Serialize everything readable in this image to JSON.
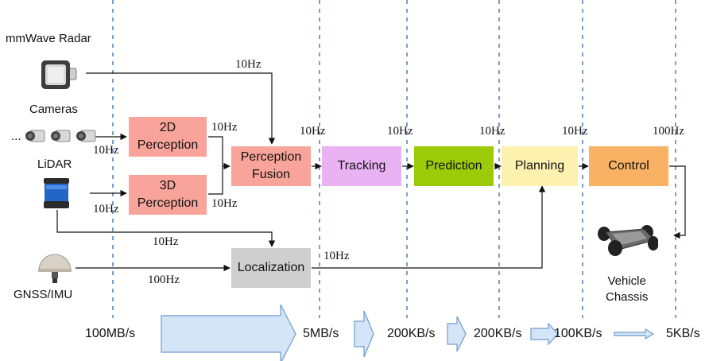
{
  "sensors": {
    "radar": "mmWave Radar",
    "cameras": "Cameras",
    "ellipsis": "...",
    "lidar": "LiDAR",
    "gnss": "GNSS/IMU"
  },
  "modules": {
    "perception_2d": [
      "2D",
      "Perception"
    ],
    "perception_3d": [
      "3D",
      "Perception"
    ],
    "fusion": [
      "Perception",
      "Fusion"
    ],
    "tracking": "Tracking",
    "prediction": "Prediction",
    "planning": "Planning",
    "control": "Control",
    "localization": "Localization"
  },
  "vehicle": [
    "Vehicle",
    "Chassis"
  ],
  "frequencies": {
    "radar_to_fusion": "10Hz",
    "cameras_to_2d": "10Hz",
    "lidar_to_3d": "10Hz",
    "out_2d": "10Hz",
    "out_3d": "10Hz",
    "fusion_to_tracking": "10Hz",
    "tracking_to_prediction": "10Hz",
    "prediction_to_planning": "10Hz",
    "planning_to_control": "10Hz",
    "control_out": "100Hz",
    "lidar_to_localization": "10Hz",
    "gnss_to_localization": "100Hz",
    "localization_to_planning": "10Hz"
  },
  "data_rates": [
    "100MB/s",
    "5MB/s",
    "200KB/s",
    "200KB/s",
    "100KB/s",
    "5KB/s"
  ],
  "colors": {
    "perception": "#f8a49a",
    "fusion": "#f8a49a",
    "tracking": "#e9b3f3",
    "prediction": "#9ccb0a",
    "planning": "#fdf1b0",
    "control": "#f9b264",
    "localization": "#cfcfcf",
    "dashed_line": "#5a86b8",
    "flow_arrow_fill": "#d5e5f8",
    "flow_arrow_stroke": "#6e9bcf"
  },
  "icons": {
    "radar": "radar-sensor-icon",
    "cameras": "camera-icon",
    "lidar": "lidar-icon",
    "gnss": "gnss-antenna-icon",
    "vehicle": "vehicle-chassis-icon"
  }
}
